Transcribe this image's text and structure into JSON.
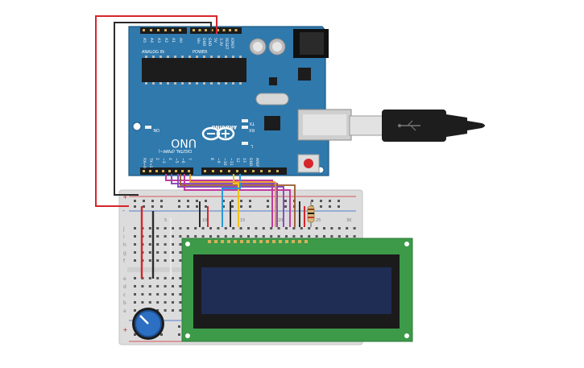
{
  "board": {
    "brand": "ARDUINO",
    "model": "UNO",
    "power_label": "POWER",
    "analog_label": "ANALOG IN",
    "digital_label": "DIGITAL (PWM~)",
    "on_label": "ON",
    "tx_label": "TX",
    "rx_label": "RX",
    "l_label": "L",
    "aref_label": "AREF",
    "gnd_label": "GND",
    "ioref_label": "IOREF",
    "reset_label": "RESET",
    "v33_label": "3.3V",
    "v5_label": "5V",
    "vin_label": "Vin",
    "analog_pins": [
      "A5",
      "A4",
      "A3",
      "A2",
      "A1",
      "A0"
    ],
    "digital_pins_left": [
      "7",
      "~6",
      "~5",
      "4",
      "~3",
      "2",
      "TX→1",
      "RX←0"
    ],
    "digital_pins_right": [
      "13",
      "12",
      "~11",
      "~10",
      "~9",
      "8"
    ]
  },
  "breadboard": {
    "col_numbers": [
      "1",
      "5",
      "10",
      "15",
      "20",
      "25",
      "30"
    ],
    "row_letters_top": [
      "j",
      "i",
      "h",
      "g",
      "f"
    ],
    "row_letters_bottom": [
      "e",
      "d",
      "c",
      "b",
      "a"
    ],
    "rail_plus": "+",
    "rail_minus": "-"
  },
  "colors": {
    "board": "#2f79ad",
    "board_dark": "#1f5a85",
    "lcd_pcb": "#3c9a49",
    "lcd_screen": "#1f2d54",
    "wire_red": "#d6262b",
    "wire_black": "#2b2b2b",
    "wire_orange": "#e8961c",
    "wire_yellow": "#f2c315",
    "wire_purple": "#8c4dbf",
    "wire_magenta": "#c2399e",
    "wire_blue": "#2a9ad6",
    "wire_brown": "#9b5a2a",
    "wire_white": "#e8e8e8"
  },
  "usb": {
    "icon": "usb-icon"
  },
  "pot": {
    "icon": "potentiometer-icon"
  }
}
